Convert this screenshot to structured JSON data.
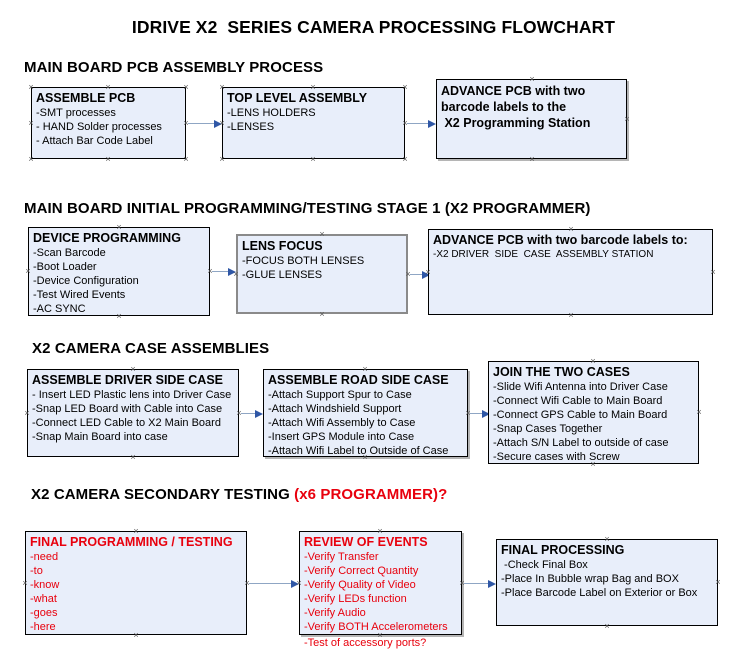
{
  "document": {
    "title": "IDRIVE X2  SERIES CAMERA PROCESSING FLOWCHART"
  },
  "sections": [
    {
      "heading": "MAIN BOARD PCB ASSEMBLY PROCESS",
      "heading_accent": ""
    },
    {
      "heading": "MAIN BOARD INITIAL PROGRAMMING/TESTING STAGE 1 (X2 PROGRAMMER)",
      "heading_accent": ""
    },
    {
      "heading": "X2 CAMERA CASE ASSEMBLIES",
      "heading_accent": ""
    },
    {
      "heading": "X2 CAMERA SECONDARY TESTING ",
      "heading_accent": "(x6 PROGRAMMER)?"
    }
  ],
  "boxes": {
    "assemble_pcb": {
      "title": "ASSEMBLE PCB",
      "lines": [
        "-SMT processes",
        "- HAND Solder processes",
        "- Attach Bar Code Label"
      ]
    },
    "top_level_assembly": {
      "title": "TOP LEVEL ASSEMBLY",
      "lines": [
        "-LENS HOLDERS",
        "-LENSES"
      ]
    },
    "advance_pcb_programming_station": {
      "title": "ADVANCE PCB with two",
      "lines": [
        "barcode labels to the",
        " X2 Programming Station"
      ]
    },
    "device_programming": {
      "title": "DEVICE PROGRAMMING",
      "lines": [
        "-Scan Barcode",
        "-Boot Loader",
        "-Device Configuration",
        "-Test Wired Events",
        "-AC SYNC"
      ]
    },
    "lens_focus": {
      "title": "LENS FOCUS",
      "lines": [
        "-FOCUS BOTH LENSES",
        "-GLUE LENSES"
      ]
    },
    "advance_pcb_driver_side": {
      "title": "ADVANCE PCB with two barcode labels to:",
      "lines": [
        "-X2 DRIVER  SIDE  CASE  ASSEMBLY STATION"
      ]
    },
    "assemble_driver_side_case": {
      "title": "ASSEMBLE DRIVER SIDE CASE",
      "lines": [
        "- Insert LED Plastic lens into Driver Case",
        "-Snap LED Board with Cable into Case",
        "-Connect LED Cable to X2 Main Board",
        "-Snap Main Board into case"
      ]
    },
    "assemble_road_side_case": {
      "title": "ASSEMBLE ROAD SIDE CASE",
      "lines": [
        "-Attach Support Spur to Case",
        "-Attach Windshield Support",
        "-Attach Wifi Assembly to Case",
        "-Insert GPS Module into Case",
        "-Attach Wifi Label to Outside of Case"
      ]
    },
    "join_the_two_cases": {
      "title": "JOIN THE TWO CASES",
      "lines": [
        "-Slide Wifi Antenna into Driver Case",
        "-Connect Wifi Cable to Main Board",
        "-Connect GPS Cable to Main Board",
        "-Snap Cases Together",
        "-Attach S/N Label to outside of case",
        "-Secure cases with Screw"
      ]
    },
    "final_programming_testing": {
      "title": "FINAL PROGRAMMING / TESTING",
      "lines": [
        "-need",
        "-to",
        "-know",
        "-what",
        "-goes",
        "-here"
      ]
    },
    "review_of_events": {
      "title": "REVIEW OF EVENTS",
      "lines": [
        "-Verify Transfer",
        "-Verify Correct Quantity",
        "-Verify Quality of Video",
        "-Verify LEDs function",
        "-Verify Audio",
        "-Verify BOTH Accelerometers"
      ],
      "overflow_line": "-Test of accessory ports?"
    },
    "final_processing": {
      "title": "FINAL PROCESSING",
      "lines": [
        " -Check Final Box",
        "-Place In Bubble wrap Bag and BOX",
        "-Place Barcode Label on Exterior or Box"
      ]
    }
  },
  "colors": {
    "box_fill": "#e8eefa",
    "box_border": "#000000",
    "box_border_grey": "#8a8a8a",
    "accent_red": "#e8000d",
    "arrow_shaft": "#8fa6c4",
    "arrow_head": "#2f57a6",
    "handle": "#5a5a5a",
    "page_background": "#ffffff"
  }
}
